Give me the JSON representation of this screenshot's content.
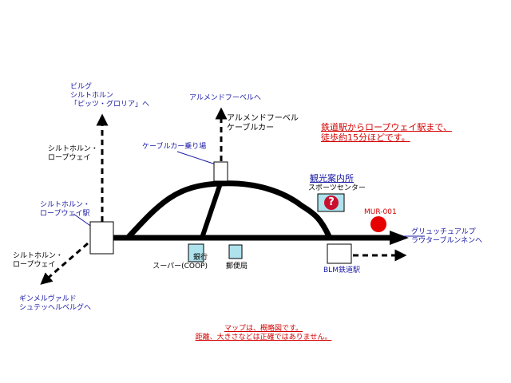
{
  "labels": {
    "north_west_dest": "ビルグ\nシルトホルン\n「ピッツ・グロリア」へ",
    "allmend_dest": "アルメンドフーベルへ",
    "allmend_cable": "アルメンドフーベル\nケーブルカー",
    "schilthorn_ropeway_upper": "シルトホルン・\nロープウェイ",
    "cable_station": "ケーブルカー乗り場",
    "schilthorn_ropeway_station": "シルトホルン・\nロープウェイ駅",
    "schilthorn_ropeway_lower": "シルトホルン・\nロープウェイ",
    "gimmelwald_dest": "ギンメルヴァルド\nシュテッヘルベルグへ",
    "bank_coop": "銀行\nスーパー(COOP)",
    "post_office": "郵便局",
    "tourist_info": "観光案内所",
    "sports_center": "スポーツセンター",
    "info_symbol": "?",
    "mur_code": "MUR-001",
    "grutsch_dest": "グリュッチュアルプ\nラウターブルンネンへ",
    "blm_station": "BLM鉄道駅"
  },
  "notes": {
    "walk_time": "鉄道駅からロープウェイ駅まで、\n徒歩約15分ほどです。",
    "disclaimer": "マップは、概略図です。\n距離、大きさなどは正確ではありません。"
  },
  "colors": {
    "road": "#000000",
    "building_fill": "#aee3ee",
    "station_fill": "#ffffff",
    "marker": "#e60000",
    "link_text": "#1a1aa6",
    "note_text": "#d40000"
  }
}
